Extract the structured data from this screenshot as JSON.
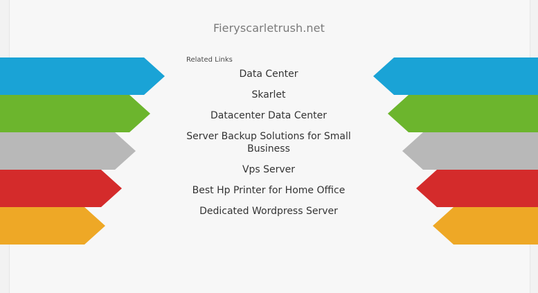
{
  "site": {
    "domain": "Fieryscarletrush.net"
  },
  "related": {
    "heading": "Related Links",
    "links": [
      "Data Center",
      "Skarlet",
      "Datacenter Data Center",
      "Server Backup Solutions for Small Business",
      "Vps Server",
      "Best Hp Printer for Home Office",
      "Dedicated Wordpress Server"
    ]
  },
  "ribbons": {
    "colors": [
      "#1aa3d6",
      "#6cb52d",
      "#b8b8b8",
      "#d42b2b",
      "#eea826"
    ]
  }
}
